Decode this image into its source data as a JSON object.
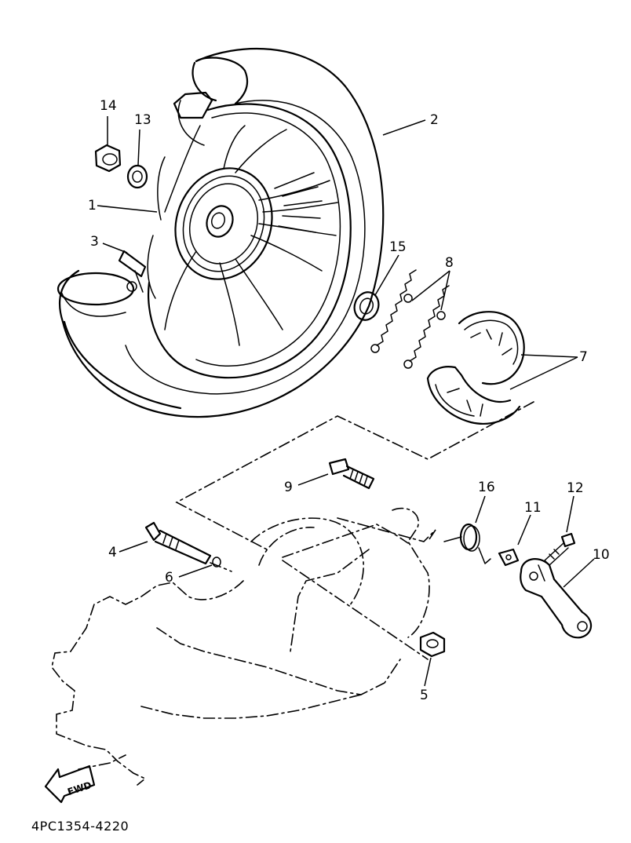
{
  "callouts": {
    "c1": "1",
    "c2": "2",
    "c3": "3",
    "c4": "4",
    "c5": "5",
    "c6": "6",
    "c7": "7",
    "c8": "8",
    "c9": "9",
    "c10": "10",
    "c11": "11",
    "c12": "12",
    "c13": "13",
    "c14": "14",
    "c15": "15",
    "c16": "16"
  },
  "fwd_label": "FWD",
  "drawing_code": "4PC1354-4220"
}
